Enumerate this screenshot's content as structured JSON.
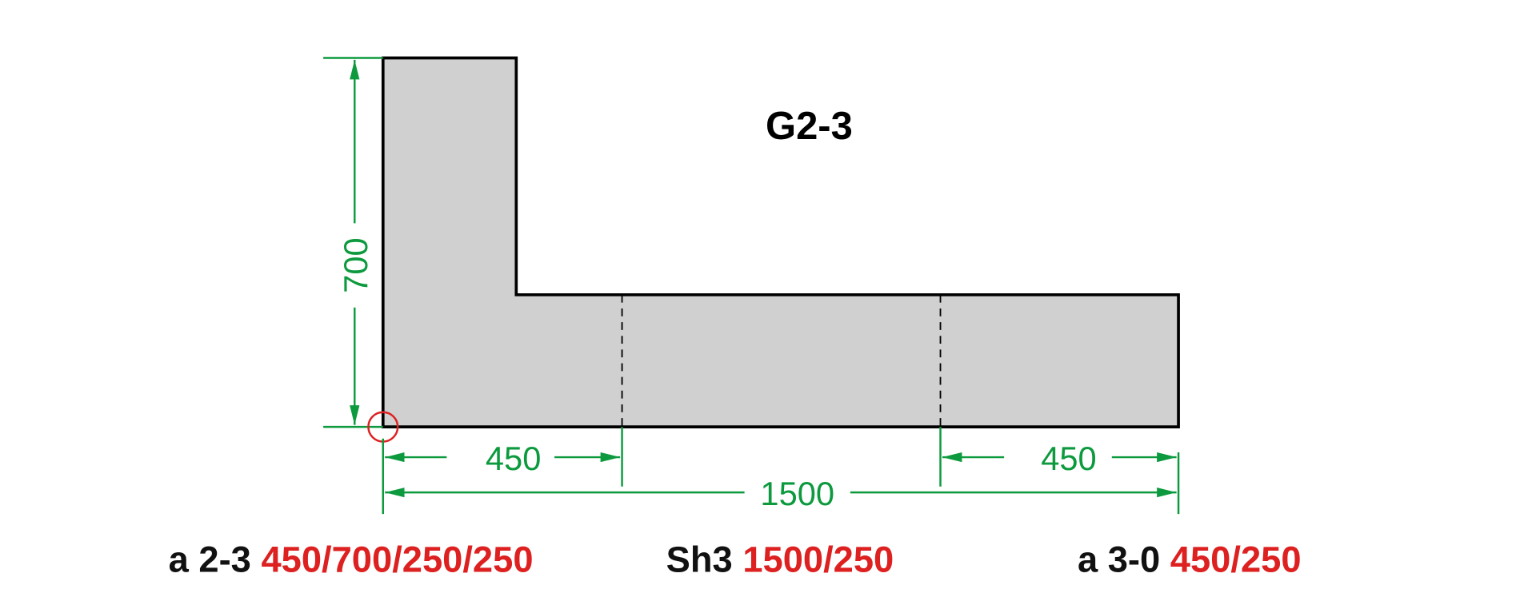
{
  "title": "G2-3",
  "dimensions": {
    "height": "700",
    "left_segment": "450",
    "right_segment": "450",
    "total_length": "1500"
  },
  "labels": [
    {
      "prefix": "a 2-3",
      "value": "450/700/250/250"
    },
    {
      "prefix": "Sh3",
      "value": "1500/250"
    },
    {
      "prefix": "a 3-0",
      "value": "450/250"
    }
  ],
  "colors": {
    "dimension": "#0d9a3e",
    "value": "#dd2020",
    "fill": "#d0d0d0",
    "origin_marker": "#dd2020"
  }
}
